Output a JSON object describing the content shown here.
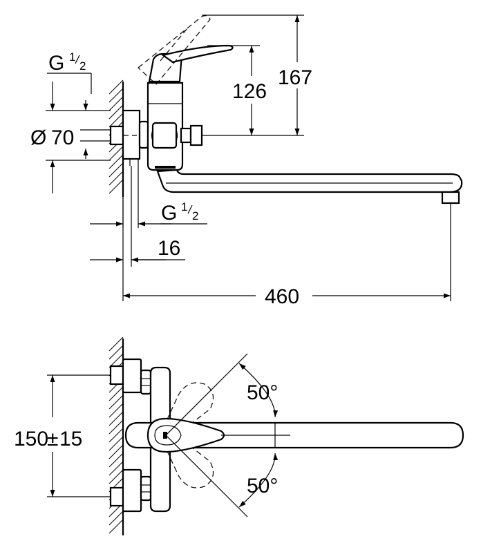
{
  "dimensions": {
    "thread_top": {
      "letter": "G",
      "num": "1",
      "den": "2"
    },
    "diameter": {
      "symbol": "Ø",
      "value": "70"
    },
    "thread_bottom": {
      "letter": "G",
      "num": "1",
      "den": "2"
    },
    "wall_gap": "16",
    "height_126": "126",
    "height_167": "167",
    "projection": "460",
    "centres": "150",
    "tolerance_sign": "±",
    "tolerance": "15",
    "angle_upper": "50°",
    "angle_lower": "50°"
  }
}
